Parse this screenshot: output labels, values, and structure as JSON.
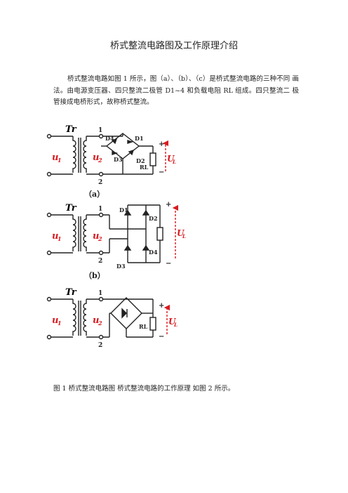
{
  "page": {
    "title": "桥式整流电路图及工作原理介绍",
    "intro": "桥式整流电路如图 1 所示，图（a）、（b）、（c）是桥式整流电路的三种不同 画法。由电源变压器、四只整流二极管 D1~4 和负载电阻 RL 组成。四只整流二 极管接成电桥形式，故称桥式整流。",
    "caption": "图 1 桥式整流电路图  桥式整流电路的工作原理  如图 2 所示。"
  },
  "figure": {
    "colors": {
      "wire": "#222222",
      "label_red": "#d81b20"
    },
    "labels": {
      "tr": "Tr",
      "node1": "1",
      "node2": "2",
      "u1_base": "u",
      "u1_sub": "1",
      "u2_base": "u",
      "u2_sub": "2",
      "ul_base": "U",
      "ul_sub": "L",
      "rl": "RL",
      "plus": "+",
      "minus": "−",
      "d1": "D1",
      "d2": "D2",
      "d3": "D3",
      "d4": "D4",
      "cap_a": "（a）",
      "cap_b": "（b）"
    }
  }
}
